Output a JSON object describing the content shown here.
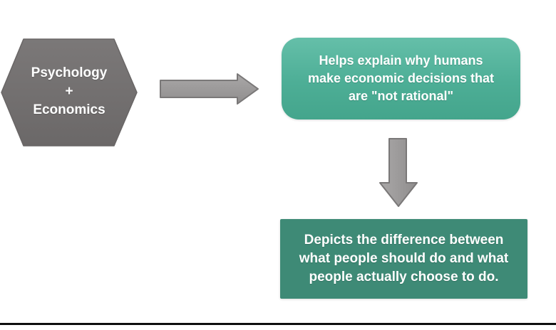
{
  "hexagon": {
    "lines": [
      "Psychology",
      "+",
      "Economics"
    ]
  },
  "box1": {
    "lines": [
      "Helps explain why humans",
      "make economic decisions that",
      "are \"not rational\""
    ]
  },
  "box2": {
    "lines": [
      "Depicts the difference between",
      "what people should do and what",
      "people actually choose to do."
    ]
  },
  "colors": {
    "hexagon_fill": "#716e6e",
    "arrow_fill": "#9c9a9a",
    "arrow_border": "#7a7878",
    "box1_fill": "#4dae96",
    "box2_fill": "#3e8a76",
    "text": "#ffffff",
    "bottom_line": "#0e0e0e"
  }
}
